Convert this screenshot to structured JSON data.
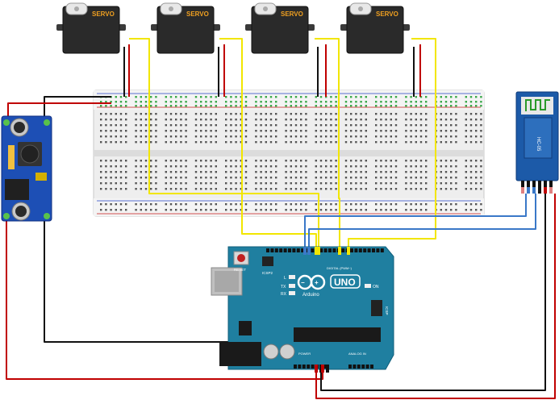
{
  "servos": [
    {
      "label": "SERVO"
    },
    {
      "label": "SERVO"
    },
    {
      "label": "SERVO"
    },
    {
      "label": "SERVO"
    }
  ],
  "arduino": {
    "brand": "Arduino",
    "model": "UNO",
    "reset_label": "RESET",
    "icsp2_label": "ICSP2",
    "icsp_label": "ICSP",
    "led_l": "L",
    "led_tx": "TX",
    "led_rx": "RX",
    "led_on": "ON",
    "digital_header_label": "DIGITAL (PWM~)",
    "power_header_label": "POWER",
    "analog_header_label": "ANALOG IN"
  },
  "bluetooth": {
    "model": "HC-05"
  },
  "colors": {
    "servo_signal_wire": "#f2e600",
    "power_wire": "#c00000",
    "ground_wire": "#111111",
    "bluetooth_wire": "#3a78c8",
    "arduino_board": "#1f7fa0",
    "bluetooth_board": "#1c5aa8",
    "regulator_board": "#1d4fb5",
    "breadboard": "#ededed",
    "servo_body": "#2a2a2a",
    "servo_label": "#f0a020"
  }
}
